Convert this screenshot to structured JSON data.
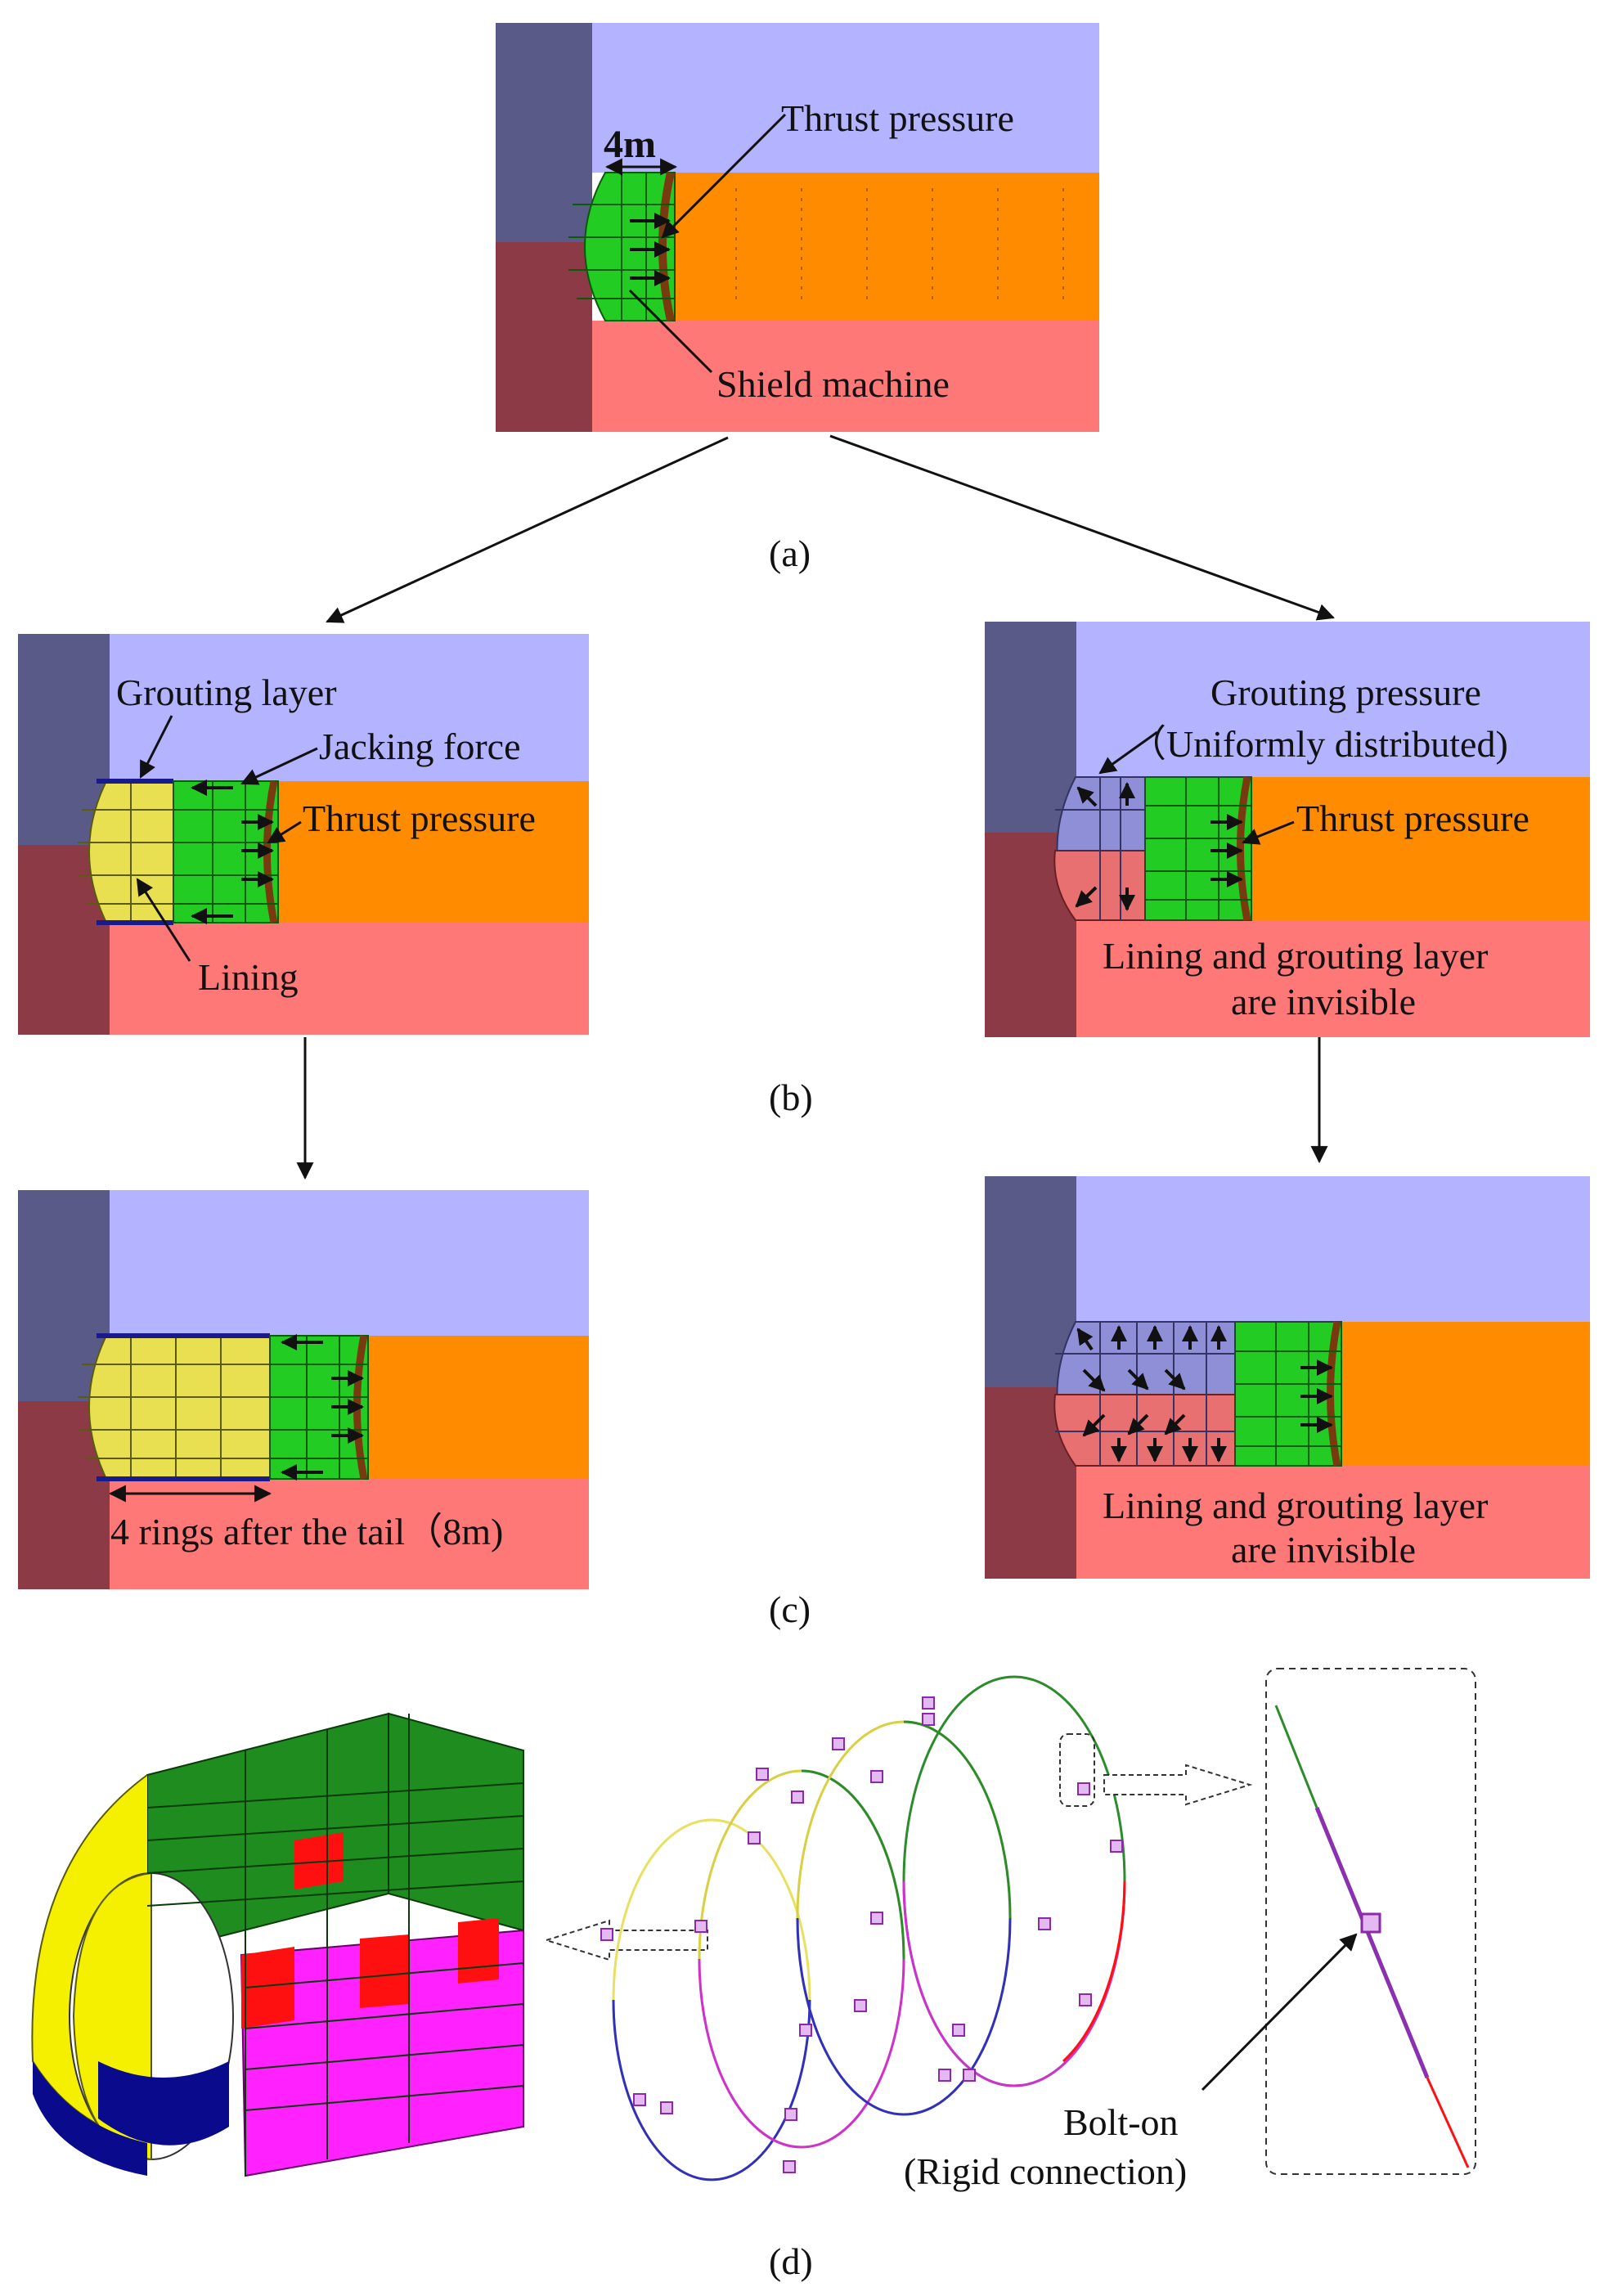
{
  "colors": {
    "upper_soil": "#b3b3ff",
    "upper_side": "#5a5a88",
    "lower_soil": "#ff7878",
    "lower_side": "#8c3a46",
    "excavated_core": "#ff8c00",
    "shield": "#22cc22",
    "lining": "#e8e050",
    "ring_green": "#1e8c1e",
    "ring_yellow": "#f5f000",
    "ring_red": "#ff1010",
    "ring_magenta": "#ff22ff",
    "ring_navy": "#0a0a8c",
    "bolt_marker": "#b04fd0"
  },
  "panel_a": {
    "dimension": "4m",
    "thrust_label": "Thrust pressure",
    "shield_label": "Shield machine",
    "caption": "(a)"
  },
  "panel_b_left": {
    "grouting_label": "Grouting layer",
    "jacking_label": "Jacking force",
    "thrust_label": "Thrust pressure",
    "lining_label": "Lining"
  },
  "panel_b_right": {
    "grouting_pressure_label": "Grouting pressure",
    "uniform_label": "（Uniformly distributed)",
    "thrust_label": "Thrust pressure",
    "invisible_line1": "Lining and grouting layer",
    "invisible_line2": "are invisible"
  },
  "caption_b": "(b)",
  "panel_c_left": {
    "rings_label": "4 rings after the tail（8m)"
  },
  "panel_c_right": {
    "invisible_line1": "Lining and grouting layer",
    "invisible_line2": "are invisible"
  },
  "caption_c": "(c)",
  "panel_d": {
    "bolt_label": "Bolt-on",
    "rigid_label": "(Rigid connection)",
    "caption": "(d)"
  }
}
